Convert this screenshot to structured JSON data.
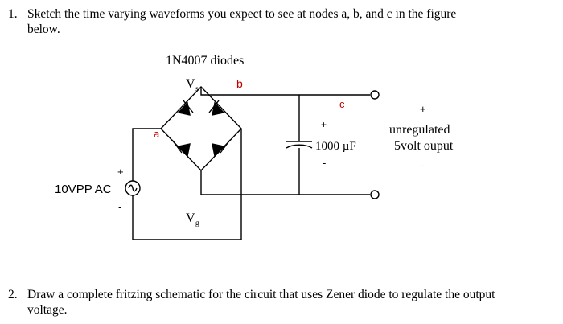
{
  "questions": [
    {
      "number": "1.",
      "line1": "Sketch the time varying waveforms you expect to see at nodes a, b, and c in the figure",
      "line2": "below."
    },
    {
      "number": "2.",
      "line1": "Draw a complete fritzing schematic for the circuit that uses Zener diode to regulate the output",
      "line2": "voltage."
    }
  ],
  "figure": {
    "title": "1N4007 diodes",
    "node_vs": "V",
    "node_vs_sub": "s",
    "node_b": "b",
    "node_a": "a",
    "node_c": "c",
    "node_vg": "V",
    "node_vg_sub": "g",
    "source_label": "10VPP AC",
    "source_plus": "+",
    "source_minus": "-",
    "cap_plus": "+",
    "cap_minus": "-",
    "cap_value": "1000 µF",
    "out_plus": "+",
    "out_minus": "-",
    "out_line1": "unregulated",
    "out_line2": "5volt ouput",
    "colors": {
      "wire": "#000000",
      "node_b": "#c00000",
      "node_a": "#c00000",
      "node_c": "#c00000"
    }
  }
}
